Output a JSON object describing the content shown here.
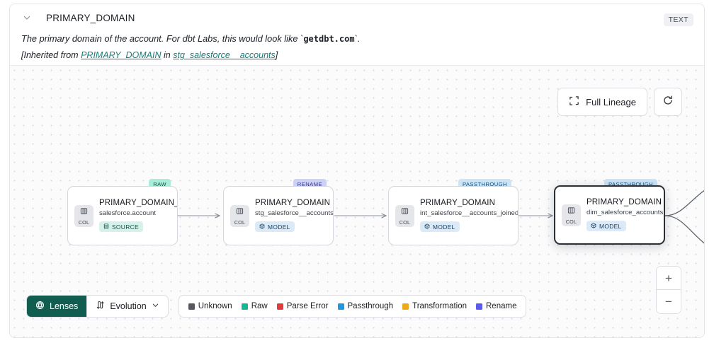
{
  "header": {
    "collapse_icon": "chevron-down-icon",
    "title": "PRIMARY_DOMAIN",
    "type_badge": "TEXT",
    "description_pre": "The primary domain of the account. For dbt Labs, this would look like `",
    "description_code": "getdbt.com",
    "description_post": "`.",
    "inherited_prefix": "[Inherited from ",
    "inherited_column": "PRIMARY_DOMAIN",
    "inherited_middle": " in ",
    "inherited_model": "stg_salesforce__accounts",
    "inherited_suffix": "]"
  },
  "canvas": {
    "full_lineage_label": "Full Lineage",
    "full_lineage_icon": "expand-corners-icon",
    "refresh_icon": "refresh-icon",
    "zoom_in_label": "+",
    "zoom_out_label": "−"
  },
  "nodes": [
    {
      "lens": "RAW",
      "lens_class": "lens-raw",
      "col_label": "COL",
      "title": "PRIMARY_DOMAIN__C",
      "subtitle": "salesforce.account",
      "kind": "SOURCE",
      "kind_class": "source",
      "kind_icon": "database-icon",
      "selected": false
    },
    {
      "lens": "RENAME",
      "lens_class": "lens-rename",
      "col_label": "COL",
      "title": "PRIMARY_DOMAIN",
      "subtitle": "stg_salesforce__accounts",
      "kind": "MODEL",
      "kind_class": "model",
      "kind_icon": "cube-icon",
      "selected": false
    },
    {
      "lens": "PASSTHROUGH",
      "lens_class": "lens-passthrough",
      "col_label": "COL",
      "title": "PRIMARY_DOMAIN",
      "subtitle": "int_salesforce__accounts_joined",
      "kind": "MODEL",
      "kind_class": "model",
      "kind_icon": "cube-icon",
      "selected": false
    },
    {
      "lens": "PASSTHROUGH",
      "lens_class": "lens-passthrough",
      "col_label": "COL",
      "title": "PRIMARY_DOMAIN",
      "subtitle": "dim_salesforce_accounts",
      "kind": "MODEL",
      "kind_class": "model",
      "kind_icon": "cube-icon",
      "selected": true
    }
  ],
  "toolbar": {
    "lenses_label": "Lenses",
    "lenses_icon": "lens-aperture-icon",
    "evolution_label": "Evolution",
    "evolution_icon": "sort-updown-icon",
    "evolution_chevron": "chevron-down-icon"
  },
  "legend": [
    {
      "label": "Unknown",
      "color": "#55595f"
    },
    {
      "label": "Raw",
      "color": "#12b795"
    },
    {
      "label": "Parse Error",
      "color": "#e23b3b"
    },
    {
      "label": "Passthrough",
      "color": "#2196e3"
    },
    {
      "label": "Transformation",
      "color": "#f0a818"
    },
    {
      "label": "Rename",
      "color": "#5b5bef"
    }
  ]
}
